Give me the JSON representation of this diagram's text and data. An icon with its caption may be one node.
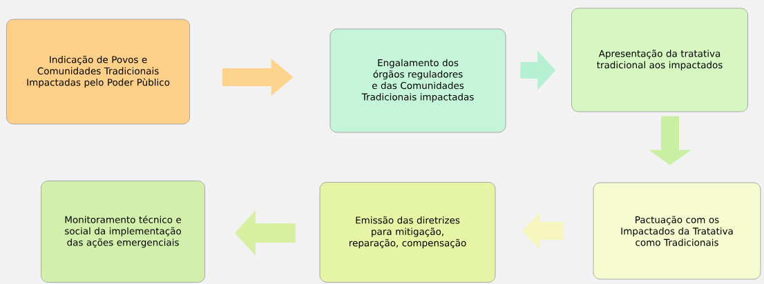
{
  "diagram": {
    "nodes": [
      {
        "text": [
          "Indicação de Povos e Comunidades Tradicionais Impactadas pelo Poder Pùblico"
        ]
      },
      {
        "text": [
          "Engalamento dos órgãos reguladores e das Comunidades Tradicionais impactadas"
        ]
      },
      {
        "text": [
          "Apresentação da tratativa tradicional aos impactados"
        ]
      },
      {
        "text": [
          "Pactuação com os Impactados da Tratativa como Tradicionais"
        ]
      },
      {
        "text": [
          "Emissão das diretrizes para mitigação, reparação, compensação"
        ]
      },
      {
        "text": [
          "Monitoramento técnico e social da implementação das ações emergenciais"
        ]
      }
    ],
    "edges": [
      {
        "from": 0,
        "to": 1,
        "arrow": "to",
        "color": "#fcd48e"
      },
      {
        "from": 1,
        "to": 2,
        "arrow": "to",
        "color": "#b6f0d2"
      },
      {
        "from": 2,
        "to": 3,
        "arrow": "to",
        "color": "#c9f0a2"
      },
      {
        "from": 3,
        "to": 4,
        "arrow": "to",
        "color": "#f6f5be"
      },
      {
        "from": 4,
        "to": 5,
        "arrow": "to",
        "color": "#d7f0a0"
      }
    ]
  }
}
